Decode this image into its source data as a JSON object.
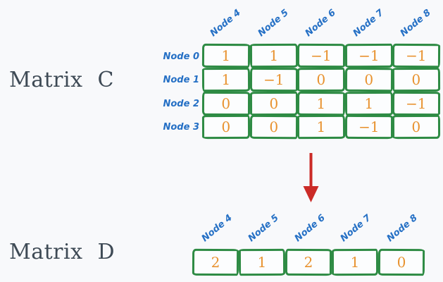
{
  "colors": {
    "bg": "#f8f9fb",
    "green": "#2e8b44",
    "orange": "#e8922f",
    "blue": "#2570c5",
    "red": "#cb2b27",
    "title": "#3e4a55",
    "cell": "#fcfdfe"
  },
  "matrix_c": {
    "title": "Matrix C",
    "row_labels": [
      "Node 0",
      "Node 1",
      "Node 2",
      "Node 3"
    ],
    "col_labels": [
      "Node 4",
      "Node 5",
      "Node 6",
      "Node 7",
      "Node 8"
    ],
    "rows": [
      [
        "1",
        "1",
        "−1",
        "−1",
        "−1"
      ],
      [
        "1",
        "−1",
        "0",
        "0",
        "0"
      ],
      [
        "0",
        "0",
        "1",
        "1",
        "−1"
      ],
      [
        "0",
        "0",
        "1",
        "−1",
        "0"
      ]
    ]
  },
  "arrow": {
    "direction": "down"
  },
  "matrix_d": {
    "title": "Matrix D",
    "col_labels": [
      "Node 4",
      "Node 5",
      "Node 6",
      "Node 7",
      "Node 8"
    ],
    "values": [
      "2",
      "1",
      "2",
      "1",
      "0"
    ]
  }
}
